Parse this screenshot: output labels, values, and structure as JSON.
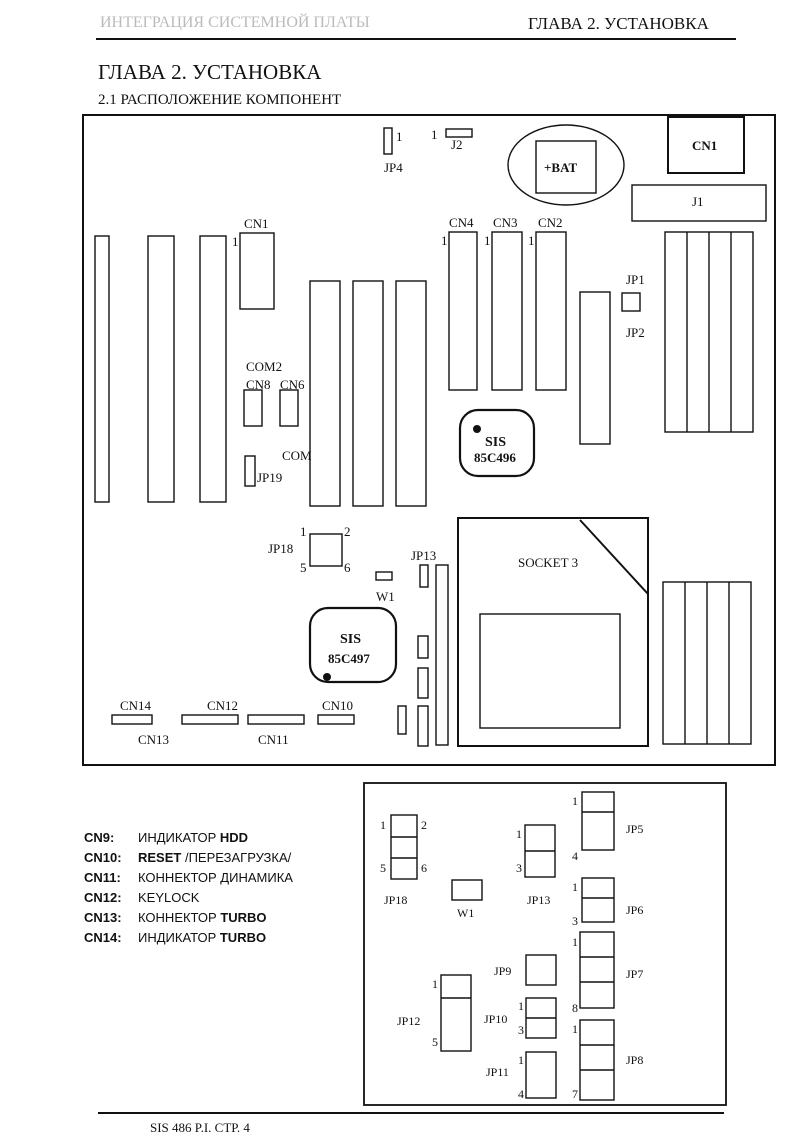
{
  "header": {
    "running_title": "ГЛАВА 2. УСТАНОВКА",
    "faint_left": "ИНТЕГРАЦИЯ СИСТЕМНОЙ ПЛАТЫ"
  },
  "chapter_title": "ГЛАВА 2. УСТАНОВКА",
  "section_title": "2.1 РАСПОЛОЖЕНИЕ КОМПОНЕНТ",
  "board_labels": {
    "bat": "+BAT",
    "cn1_top": "CN1",
    "j1": "J1",
    "j2": "J2",
    "jp4": "JP4",
    "cn1_left": "CN1",
    "cn4": "CN4",
    "cn3": "CN3",
    "cn2": "CN2",
    "jp1": "JP1",
    "jp2": "JP2",
    "com2": "COM2",
    "cn8": "CN8",
    "cn6": "CN6",
    "com": "COM",
    "jp19": "JP19",
    "sis1_name": "SIS",
    "sis1_model": "85C496",
    "sis2_name": "SIS",
    "sis2_model": "85C497",
    "jp18": "JP18",
    "jp13": "JP13",
    "w1": "W1",
    "socket": "SOCKET 3",
    "cn14": "CN14",
    "cn13": "CN13",
    "cn12": "CN12",
    "cn11": "CN11",
    "cn10": "CN10",
    "pin1": "1",
    "pin2": "2",
    "pin5": "5",
    "pin6": "6"
  },
  "legend": [
    {
      "code": "CN9:",
      "text": "ИНДИКАТОР ",
      "bold": "HDD",
      "tail": ""
    },
    {
      "code": "CN10:",
      "text": "",
      "bold": "RESET",
      "tail": " /ПЕРЕЗАГРУЗКА/"
    },
    {
      "code": "CN11:",
      "text": "КОННЕКТОР ДИНАМИКА",
      "bold": "",
      "tail": ""
    },
    {
      "code": "CN12:",
      "text": "KEYLOCK",
      "bold": "",
      "tail": ""
    },
    {
      "code": "CN13:",
      "text": "КОННЕКТОР ",
      "bold": "TURBO",
      "tail": ""
    },
    {
      "code": "CN14:",
      "text": "ИНДИКАТОР ",
      "bold": "TURBO",
      "tail": ""
    }
  ],
  "jumper_labels": {
    "jp18": "JP18",
    "w1": "W1",
    "jp13": "JP13",
    "jp5": "JP5",
    "jp6": "JP6",
    "jp7": "JP7",
    "jp8": "JP8",
    "jp9": "JP9",
    "jp10": "JP10",
    "jp11": "JP11",
    "jp12": "JP12",
    "n1": "1",
    "n2": "2",
    "n3": "3",
    "n4": "4",
    "n5": "5",
    "n6": "6",
    "n7": "7",
    "n8": "8"
  },
  "footer": {
    "page_label": "SIS 486 P.I. СТР. 4"
  }
}
